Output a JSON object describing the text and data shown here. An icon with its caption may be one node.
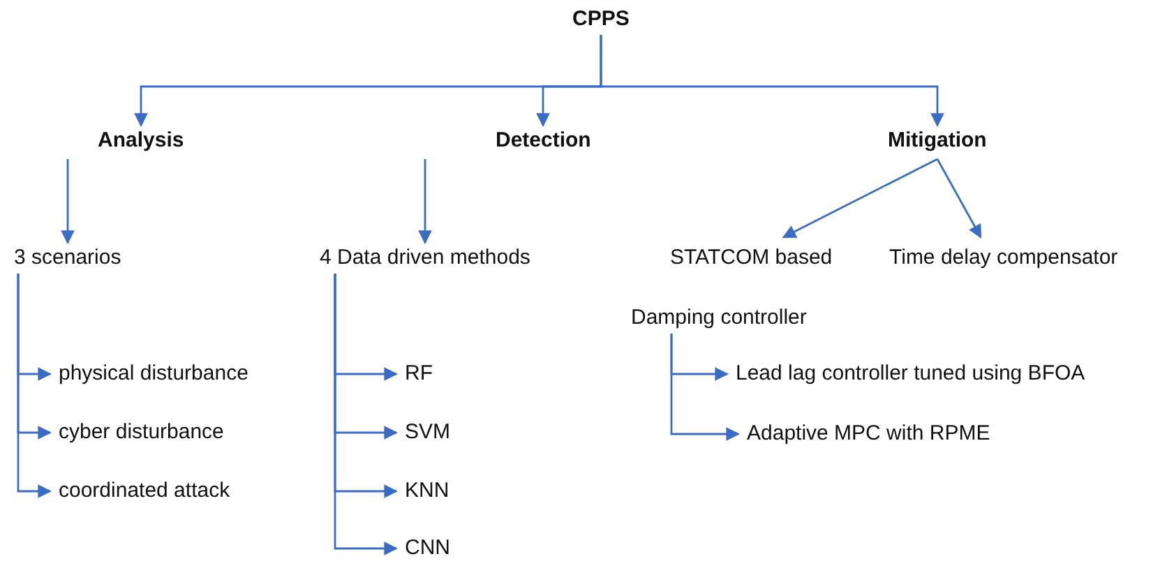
{
  "diagram": {
    "nodes": [
      {
        "text": [
          "CPPS"
        ]
      },
      {
        "text": [
          "Analysis"
        ]
      },
      {
        "text": [
          "Detection"
        ]
      },
      {
        "text": [
          "Mitigation"
        ]
      },
      {
        "text": [
          "3 scenarios"
        ]
      },
      {
        "text": [
          "4 Data driven methods"
        ]
      },
      {
        "text": [
          "STATCOM based"
        ]
      },
      {
        "text": [
          "Time delay compensator"
        ]
      },
      {
        "text": [
          "Damping controller"
        ]
      },
      {
        "text": [
          "physical disturbance"
        ]
      },
      {
        "text": [
          "cyber disturbance"
        ]
      },
      {
        "text": [
          "coordinated attack"
        ]
      },
      {
        "text": [
          "RF"
        ]
      },
      {
        "text": [
          "SVM"
        ]
      },
      {
        "text": [
          "KNN"
        ]
      },
      {
        "text": [
          "CNN"
        ]
      },
      {
        "text": [
          "Lead lag controller tuned using BFOA"
        ]
      },
      {
        "text": [
          "Adaptive MPC with RPME"
        ]
      }
    ],
    "edges": [
      {
        "from": 0,
        "to": 1,
        "arrow": "to"
      },
      {
        "from": 0,
        "to": 2,
        "arrow": "to"
      },
      {
        "from": 0,
        "to": 3,
        "arrow": "to"
      },
      {
        "from": 1,
        "to": 4,
        "arrow": "to"
      },
      {
        "from": 2,
        "to": 5,
        "arrow": "to"
      },
      {
        "from": 3,
        "to": 6,
        "arrow": "to"
      },
      {
        "from": 3,
        "to": 7,
        "arrow": "to"
      },
      {
        "from": 4,
        "to": 9,
        "arrow": "to"
      },
      {
        "from": 4,
        "to": 10,
        "arrow": "to"
      },
      {
        "from": 4,
        "to": 11,
        "arrow": "to"
      },
      {
        "from": 5,
        "to": 12,
        "arrow": "to"
      },
      {
        "from": 5,
        "to": 13,
        "arrow": "to"
      },
      {
        "from": 5,
        "to": 14,
        "arrow": "to"
      },
      {
        "from": 5,
        "to": 15,
        "arrow": "to"
      },
      {
        "from": 8,
        "to": 16,
        "arrow": "to"
      },
      {
        "from": 8,
        "to": 17,
        "arrow": "to"
      }
    ]
  }
}
